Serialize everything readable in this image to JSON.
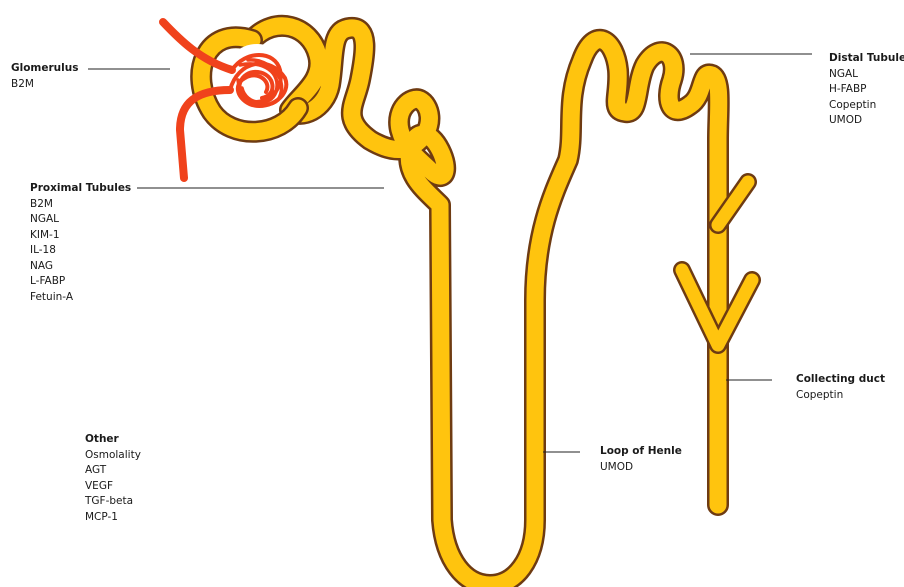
{
  "colors": {
    "tubule_fill": "#FFC40E",
    "tubule_outline": "#6E3B12",
    "capillary": "#F0421C",
    "leader_line": "#222222"
  },
  "labels": {
    "glomerulus": {
      "title": "Glomerulus",
      "items": [
        "B2M"
      ]
    },
    "proximal": {
      "title": "Proximal Tubules",
      "items": [
        "B2M",
        "NGAL",
        "KIM-1",
        "IL-18",
        "NAG",
        "L-FABP",
        "Fetuin-A"
      ]
    },
    "distal": {
      "title": "Distal Tubules",
      "items": [
        "NGAL",
        "H-FABP",
        "Copeptin",
        "UMOD"
      ]
    },
    "collecting": {
      "title": "Collecting duct",
      "items": [
        "Copeptin"
      ]
    },
    "henle": {
      "title": "Loop of Henle",
      "items": [
        "UMOD"
      ]
    },
    "other": {
      "title": "Other",
      "items": [
        "Osmolality",
        "AGT",
        "VEGF",
        "TGF-beta",
        "MCP-1"
      ]
    }
  }
}
